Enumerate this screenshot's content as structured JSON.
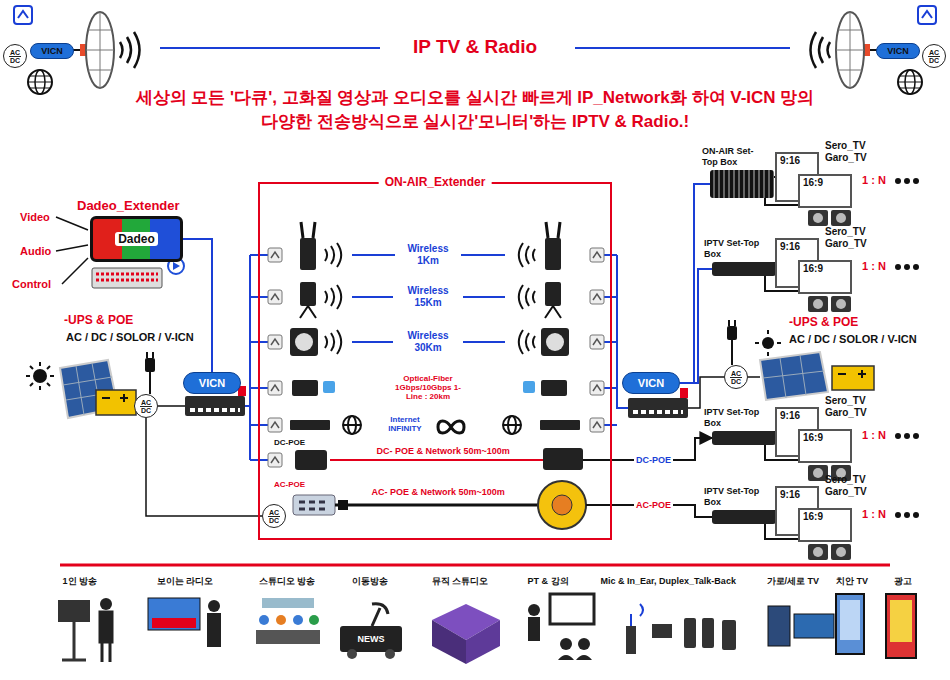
{
  "diagram": {
    "title": "IP TV & Radio",
    "nodes": [
      {
        "text": [
          "ON-AIR_Extender"
        ]
      },
      {
        "text": [
          "VICN"
        ]
      },
      {
        "text": [
          "AC",
          "DC"
        ]
      },
      {
        "text": [
          "VICN"
        ]
      },
      {
        "text": [
          "AC",
          "DC"
        ]
      },
      {
        "text": [
          "Dadeo_Extender",
          "Dadeo"
        ]
      },
      {
        "text": [
          "AC",
          "DC"
        ]
      },
      {
        "text": [
          "AC",
          "DC"
        ],
        "in": 0
      },
      {
        "text": [
          "VICN"
        ]
      },
      {
        "text": [
          "VICN"
        ]
      },
      {
        "text": [
          "AC",
          "DC"
        ]
      },
      {
        "text": [
          "ON-AIR Set-Top Box"
        ]
      },
      {
        "text": [
          "9:16"
        ]
      },
      {
        "text": [
          "16:9"
        ]
      },
      {
        "text": [
          "IPTV Set-Top Box"
        ]
      },
      {
        "text": [
          "9:16"
        ]
      },
      {
        "text": [
          "16:9"
        ]
      },
      {
        "text": [
          "IPTV Set-Top Box"
        ]
      },
      {
        "text": [
          "9:16"
        ]
      },
      {
        "text": [
          "16:9"
        ]
      },
      {
        "text": [
          "IPTV Set-Top Box"
        ]
      },
      {
        "text": [
          "9:16"
        ]
      },
      {
        "text": [
          "16:9"
        ]
      }
    ],
    "edges": [
      {
        "from": 5,
        "to": 8,
        "arrow": "none"
      },
      {
        "from": 9,
        "to": 11,
        "arrow": "none"
      },
      {
        "from": 9,
        "to": 14,
        "arrow": "none"
      },
      {
        "from": 0,
        "to": 17,
        "label": "DC-POE",
        "arrow": "to"
      },
      {
        "from": 0,
        "to": 20,
        "label": "AC-POE",
        "arrow": "none"
      },
      {
        "from": 11,
        "to": 12,
        "arrow": "none"
      },
      {
        "from": 11,
        "to": 13,
        "arrow": "none"
      },
      {
        "from": 14,
        "to": 15,
        "arrow": "none"
      },
      {
        "from": 14,
        "to": 16,
        "arrow": "none"
      },
      {
        "from": 17,
        "to": 18,
        "arrow": "none"
      },
      {
        "from": 17,
        "to": 19,
        "arrow": "none"
      },
      {
        "from": 20,
        "to": 21,
        "arrow": "none"
      },
      {
        "from": 20,
        "to": 22,
        "arrow": "none"
      }
    ],
    "labels": [
      "세상의 모든 '다큐', 고화질 영상과 오디오를 실시간 빠르게 IP_Network화 하여 V-ICN 망의 다양한 전송방식으로 실시간'모니터'하는 IPTV & Radio.!",
      "Video",
      "Audio",
      "Control",
      "-UPS & POE",
      "AC / DC / SOLOR / V-ICN",
      "-UPS & POE",
      "AC / DC / SOLOR / V-ICN",
      "Wireless 1Km",
      "Wireless 15Km",
      "Wireless 30Km",
      "Optical-Fiber 1Gbps/10Gbps 1-Line : 20km",
      "Internet INFINITY",
      "DC-POE",
      "DC- POE & Network 50m~100m",
      "AC-POE",
      "AC- POE & Network 50m~100m",
      "Sero_TV Garo_TV",
      "1 : N",
      "Sero_TV Garo_TV",
      "1 : N",
      "Sero_TV Garo_TV",
      "1 : N",
      "Sero_TV Garo_TV",
      "1 : N",
      "1인 방송",
      "보이는 라디오",
      "스튜디오 방송",
      "이동방송",
      "뮤직 스튜디오",
      "PT & 강의",
      "Mic & In_Ear, Duplex_Talk-Back",
      "가로/세로 TV",
      "치안 TV",
      "광고",
      "NEWS"
    ]
  }
}
